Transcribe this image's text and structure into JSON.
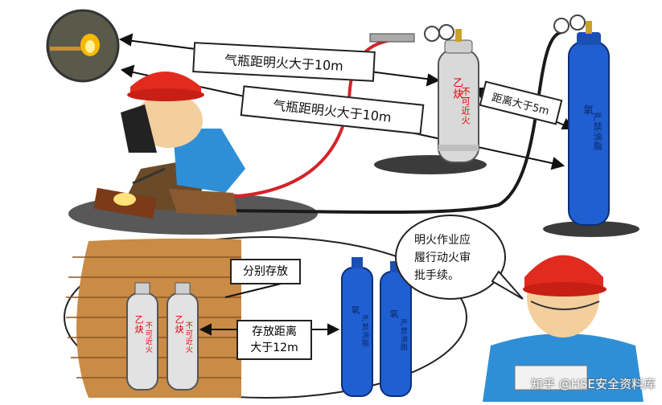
{
  "labels": {
    "distance_fire_top": "气瓶距明火大于10m",
    "distance_fire_mid": "气瓶距明火大于10m",
    "distance_cylinders": "距离大于5m",
    "separate_storage": "分别存放",
    "storage_distance": "存放距离\n大于12m",
    "permit_bubble": "明火作业应\n履行动火审\n批手续。"
  },
  "cylinders": {
    "acetylene_label": "乙炔",
    "acetylene_warning": "不可近火",
    "oxygen_label": "氧",
    "oxygen_warning": "严禁油脂"
  },
  "watermark": "知乎 @HSE安全资料库",
  "colors": {
    "helmet_red": "#e22b1f",
    "oxygen_blue": "#1f5fd1",
    "acetylene_gray": "#d9d9d9",
    "wood_brown": "#c98b45",
    "hose_red": "#d3242a",
    "shirt_blue": "#2f8fd6"
  }
}
